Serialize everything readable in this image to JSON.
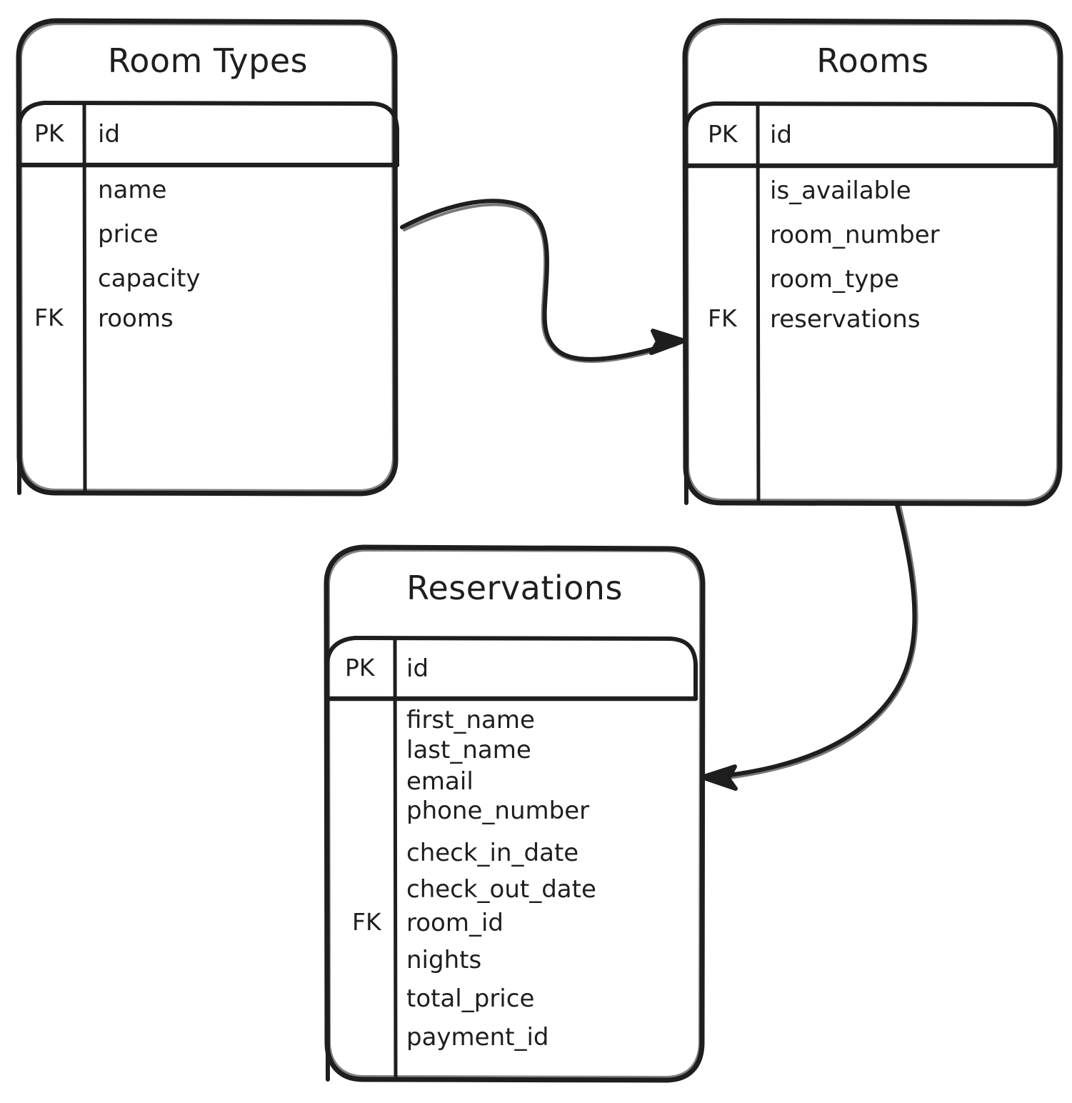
{
  "diagram": {
    "type": "entity-relationship-diagram",
    "style": "hand-drawn",
    "background_color": "#ffffff",
    "stroke_color": "#1e1e1e",
    "entities": [
      {
        "id": "room_types",
        "title": "Room Types",
        "primary_key": {
          "key_label": "PK",
          "field": "id"
        },
        "attributes": [
          {
            "field": "name",
            "key_label": ""
          },
          {
            "field": "price",
            "key_label": ""
          },
          {
            "field": "capacity",
            "key_label": ""
          },
          {
            "field": "rooms",
            "key_label": "FK"
          }
        ]
      },
      {
        "id": "rooms",
        "title": "Rooms",
        "primary_key": {
          "key_label": "PK",
          "field": "id"
        },
        "attributes": [
          {
            "field": "is_available",
            "key_label": ""
          },
          {
            "field": "room_number",
            "key_label": ""
          },
          {
            "field": "room_type",
            "key_label": ""
          },
          {
            "field": "reservations",
            "key_label": "FK"
          }
        ]
      },
      {
        "id": "reservations",
        "title": "Reservations",
        "primary_key": {
          "key_label": "PK",
          "field": "id"
        },
        "attributes": [
          {
            "field": "first_name",
            "key_label": ""
          },
          {
            "field": "last_name",
            "key_label": ""
          },
          {
            "field": "email",
            "key_label": ""
          },
          {
            "field": "phone_number",
            "key_label": ""
          },
          {
            "field": "check_in_date",
            "key_label": ""
          },
          {
            "field": "check_out_date",
            "key_label": ""
          },
          {
            "field": "room_id",
            "key_label": "FK"
          },
          {
            "field": "nights",
            "key_label": ""
          },
          {
            "field": "total_price",
            "key_label": ""
          },
          {
            "field": "payment_id",
            "key_label": ""
          }
        ]
      }
    ],
    "relationships": [
      {
        "from": "room_types",
        "to": "rooms",
        "arrow": "single-headed"
      },
      {
        "from": "rooms",
        "to": "reservations",
        "arrow": "single-headed"
      }
    ]
  }
}
